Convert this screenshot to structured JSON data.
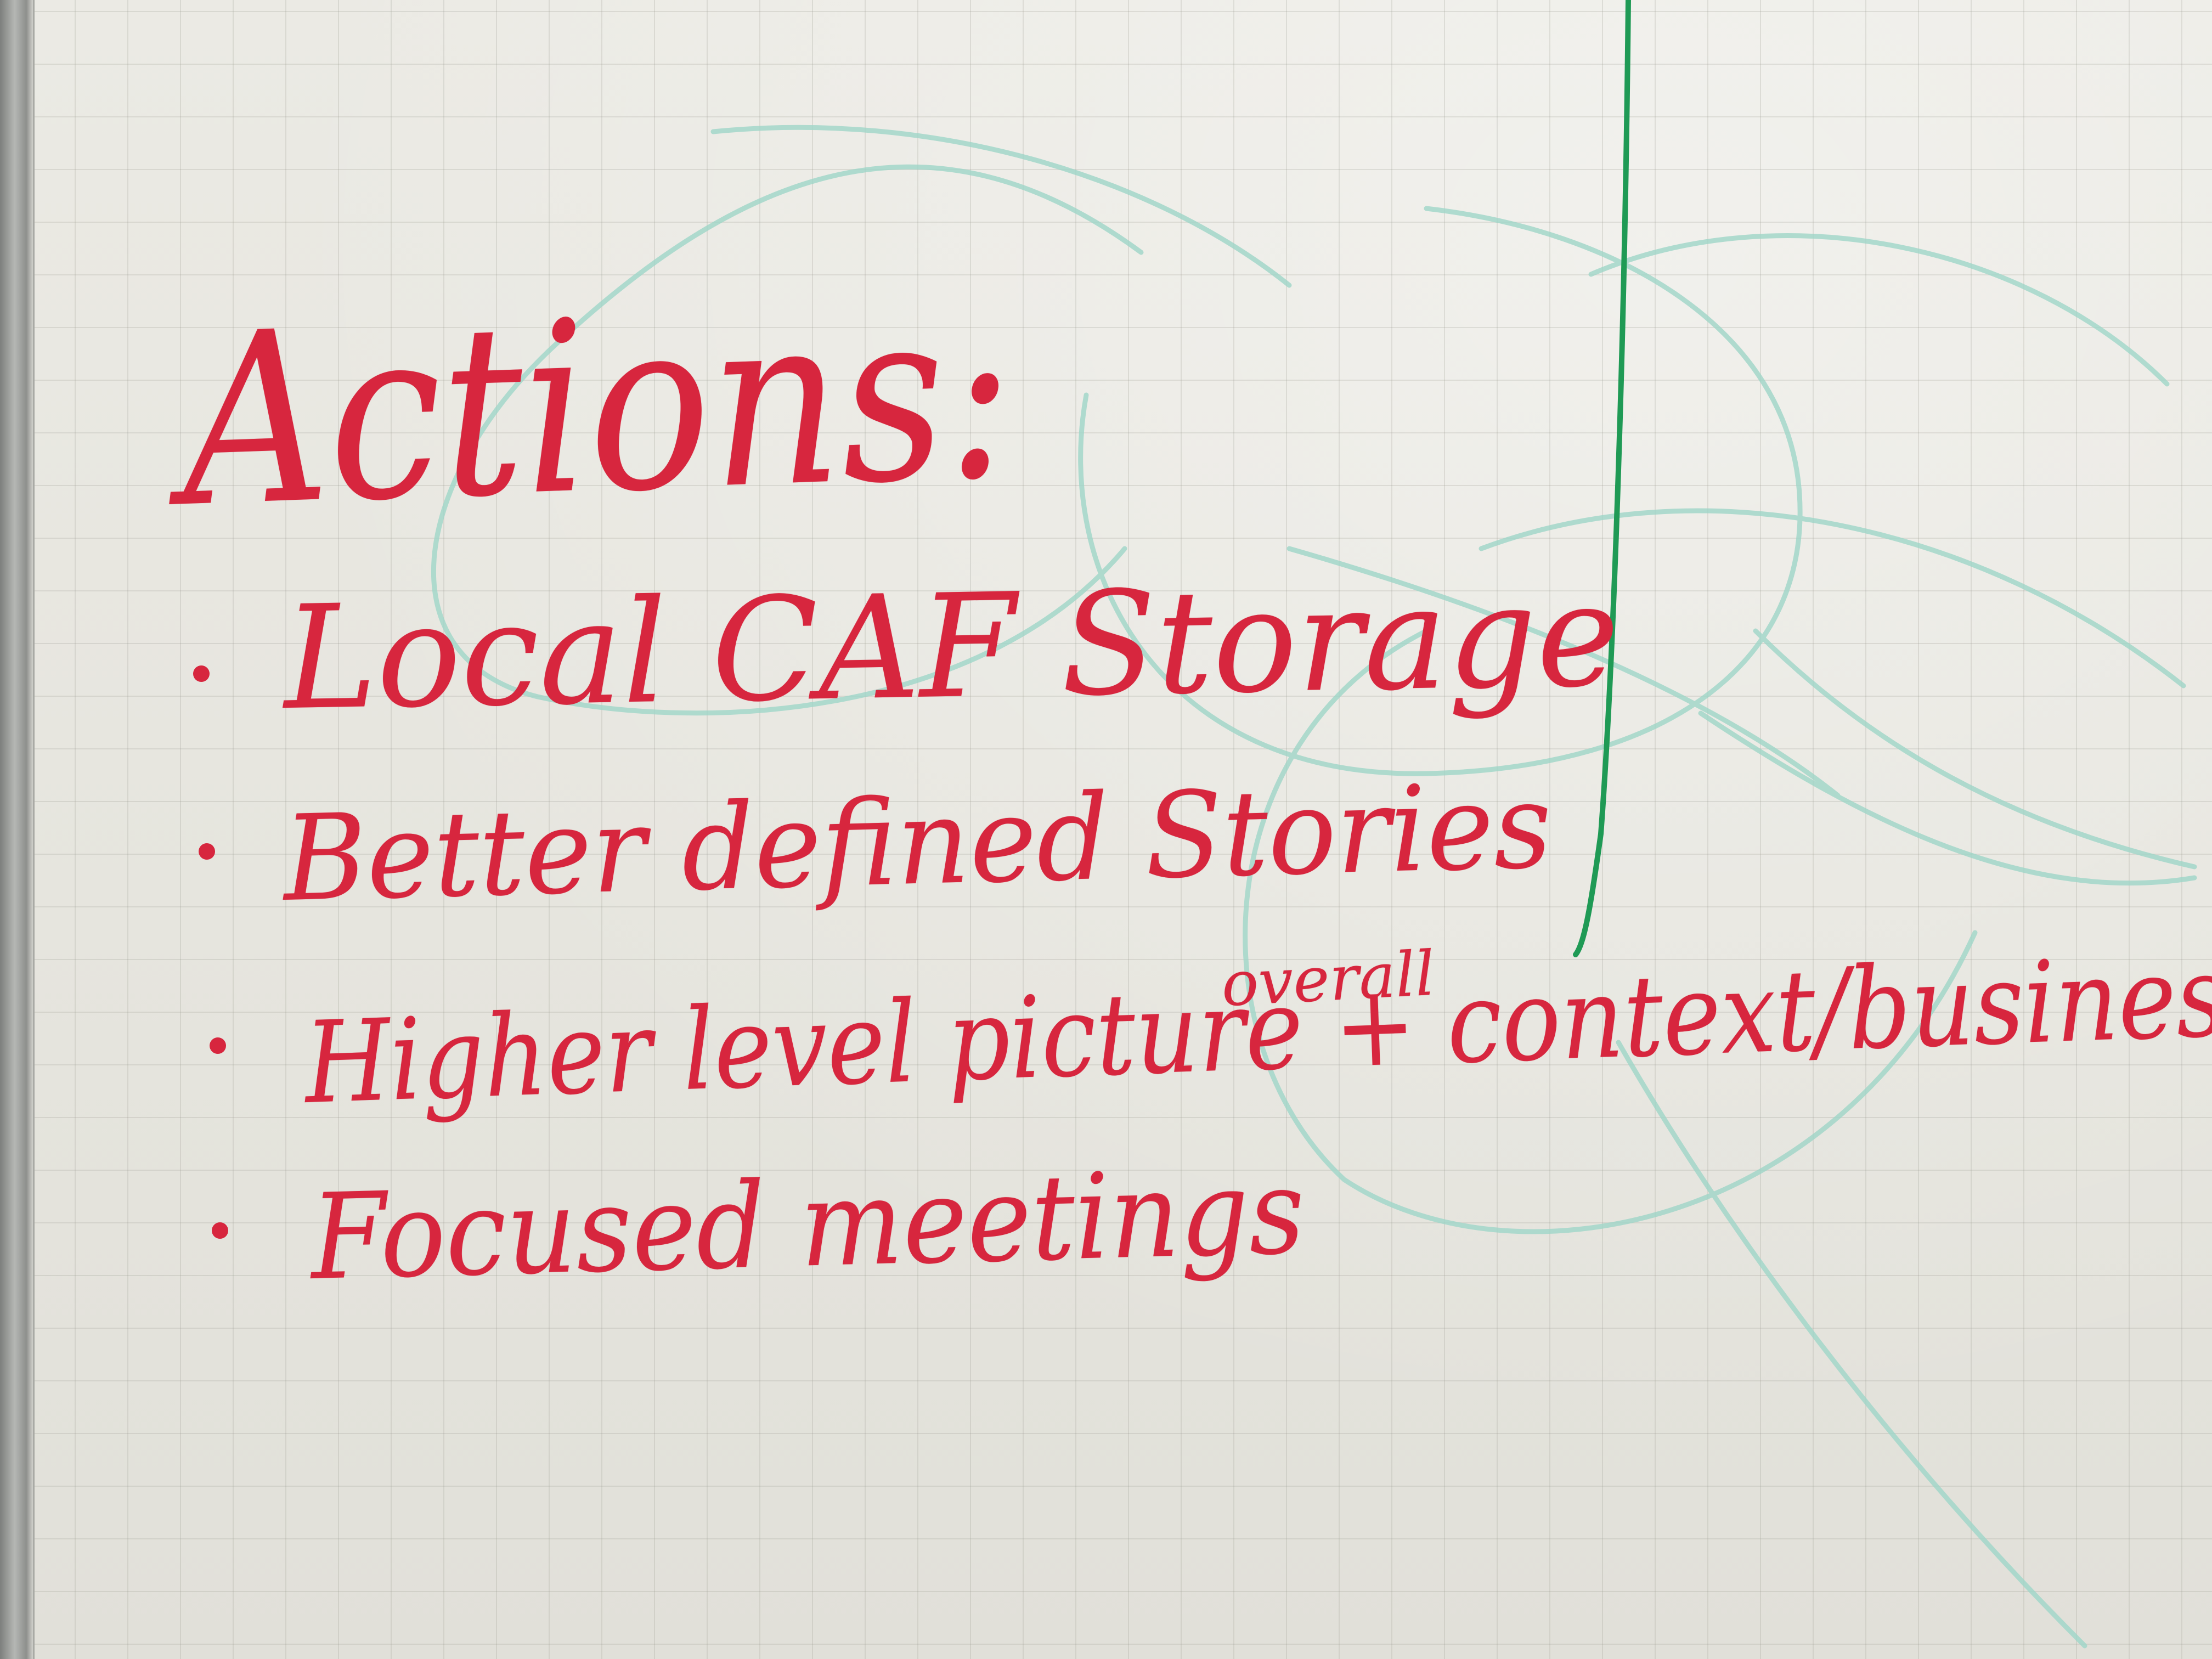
{
  "whiteboard": {
    "title": "Actions:",
    "items": [
      {
        "text": "Local CAF Storage"
      },
      {
        "text": "Better defined Stories"
      },
      {
        "text": "Higher level picture + context/business use",
        "insertion": "overall"
      },
      {
        "text": "Focused meetings"
      }
    ]
  },
  "colors": {
    "marker_red": "#d7263e",
    "marker_green": "#1f9a55",
    "faint_green": "#9fd6c8",
    "board": "#e6e5de"
  }
}
